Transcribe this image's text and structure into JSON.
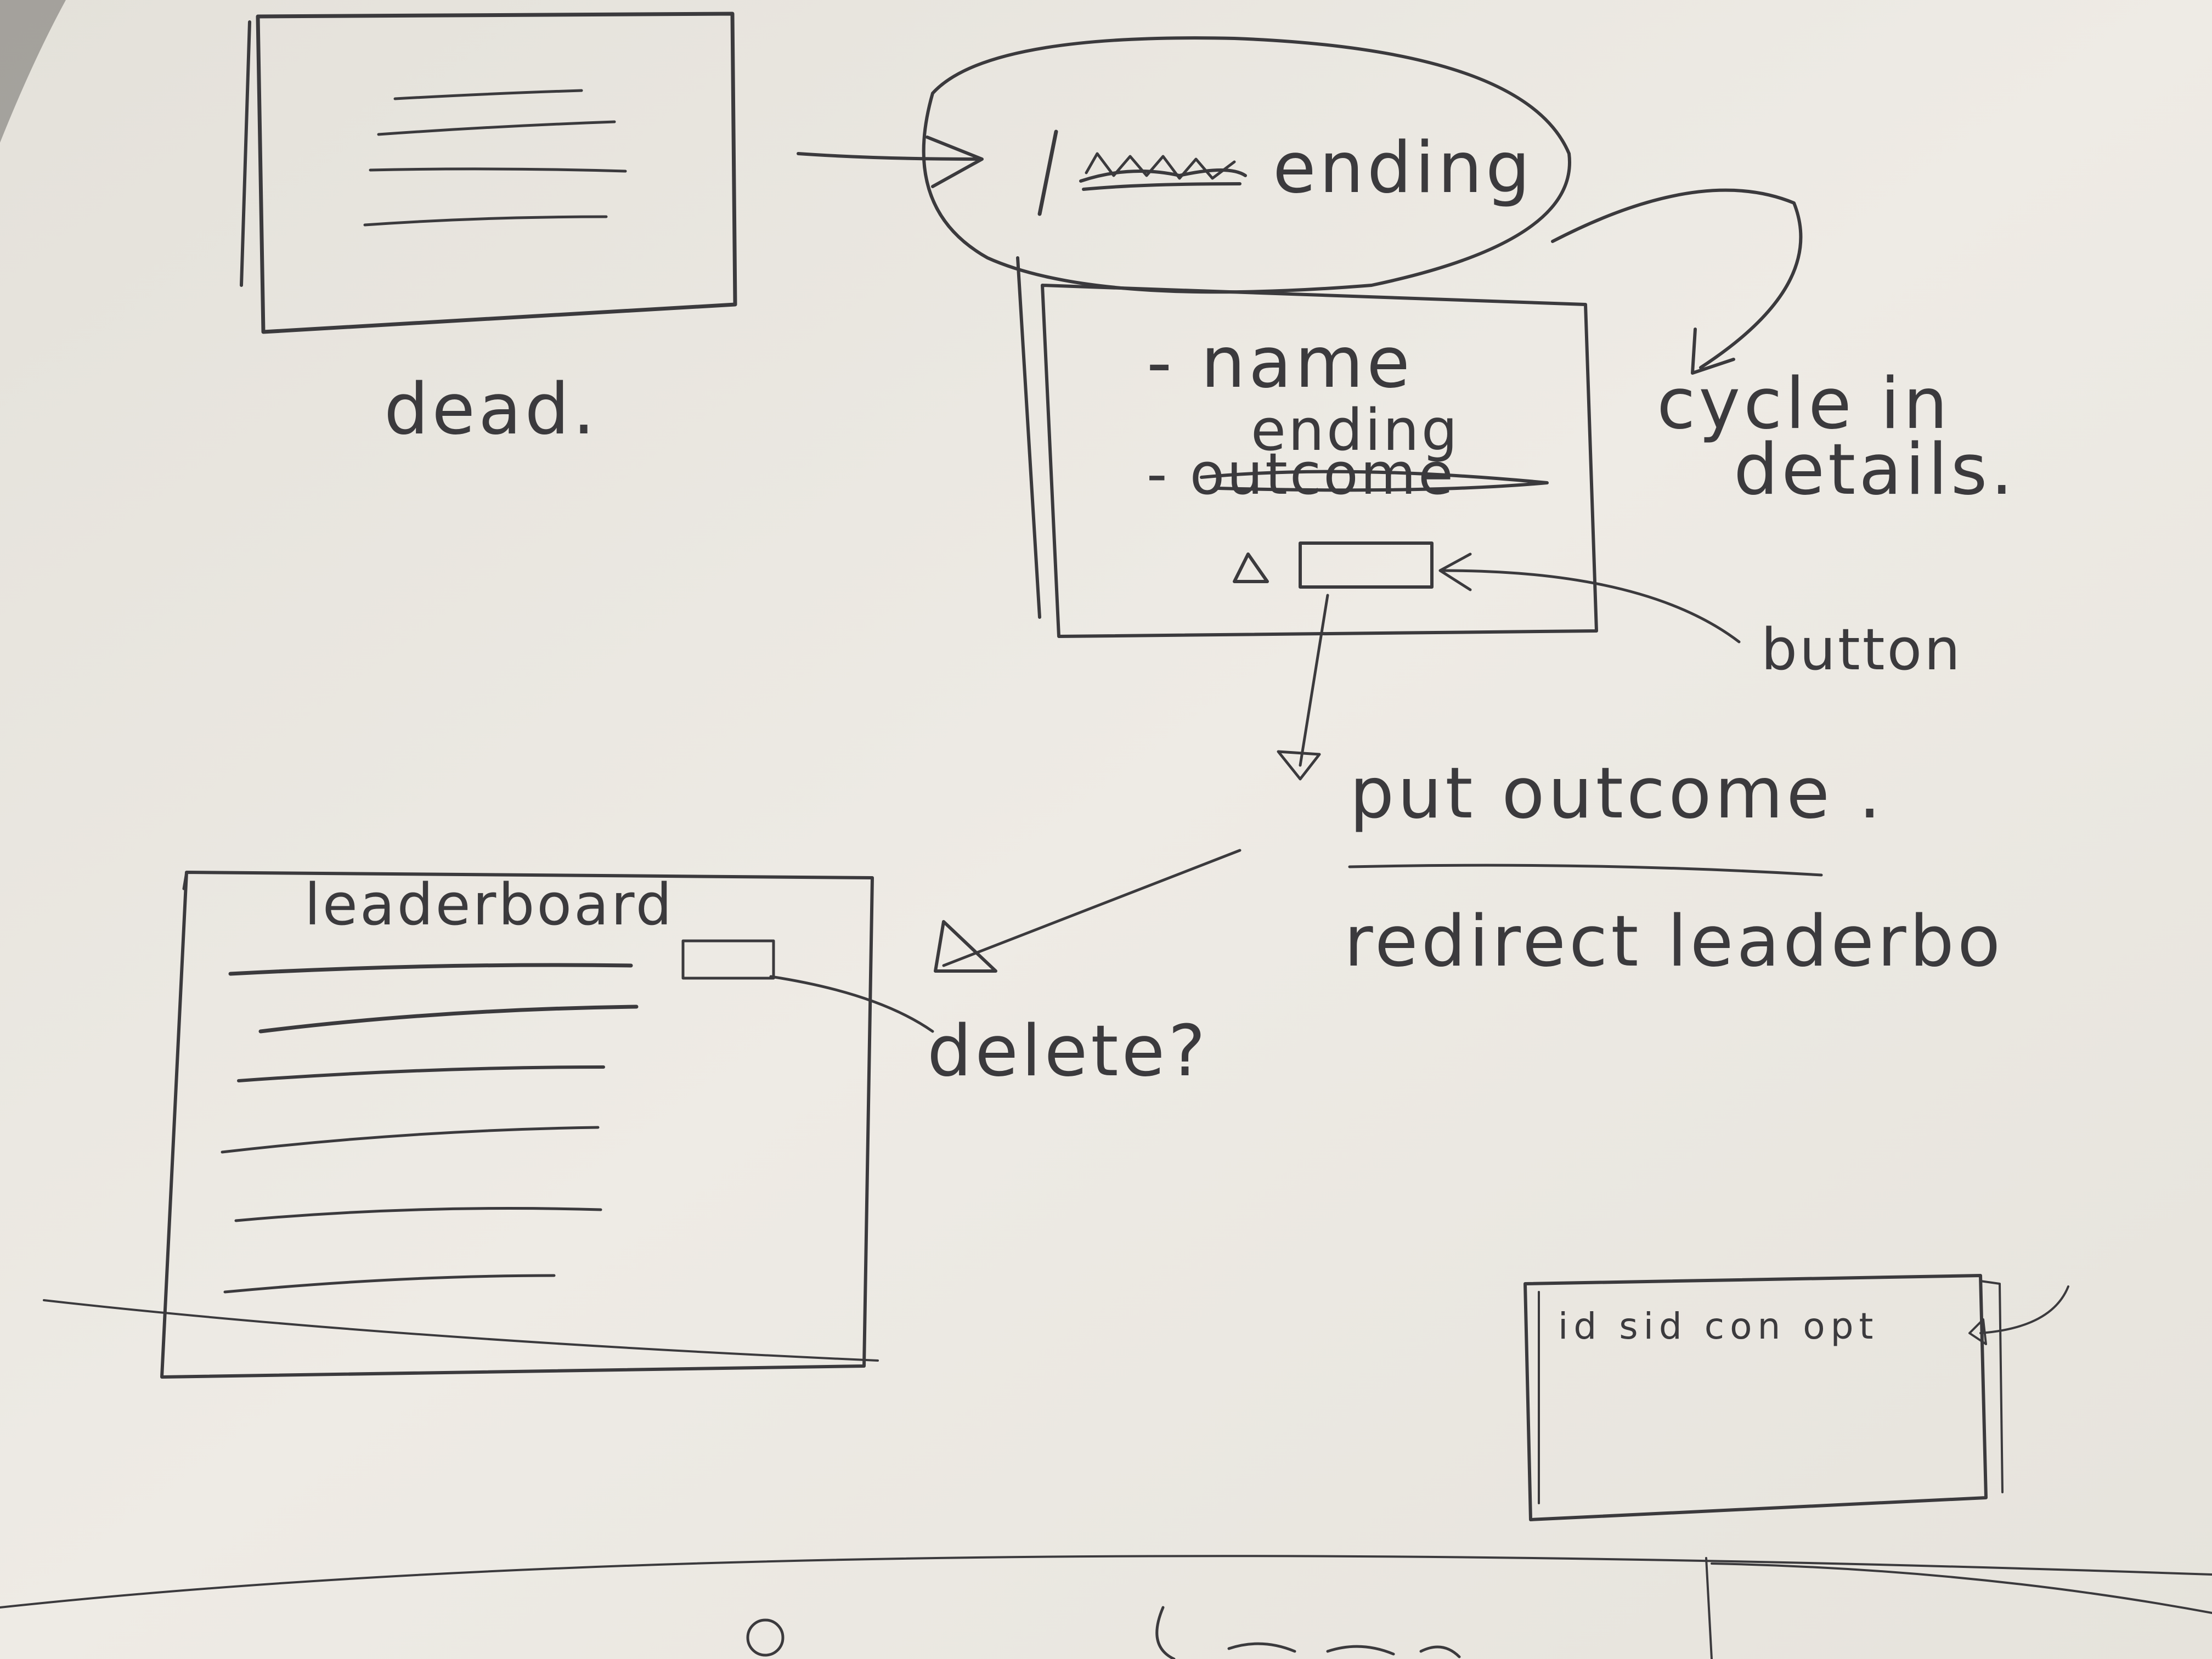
{
  "sketch": {
    "screen_dead": {
      "caption": "dead."
    },
    "ending_bubble": {
      "text": "ending"
    },
    "ending_form": {
      "fields": [
        "- name",
        "- outcome"
      ],
      "field_correction": "ending"
    },
    "notes": {
      "cycle": [
        "cycle in",
        "details."
      ],
      "button": "button",
      "put_outcome": "put outcome .",
      "redirect": "redirect leaderbo",
      "delete": "delete?"
    },
    "leaderboard": {
      "title": "leaderboard"
    },
    "table_sketch": {
      "header": "id sid con opt"
    }
  },
  "colors": {
    "paper": "#ece9e3",
    "ink": "#3b3a3d",
    "shadow": "#9a9690"
  }
}
